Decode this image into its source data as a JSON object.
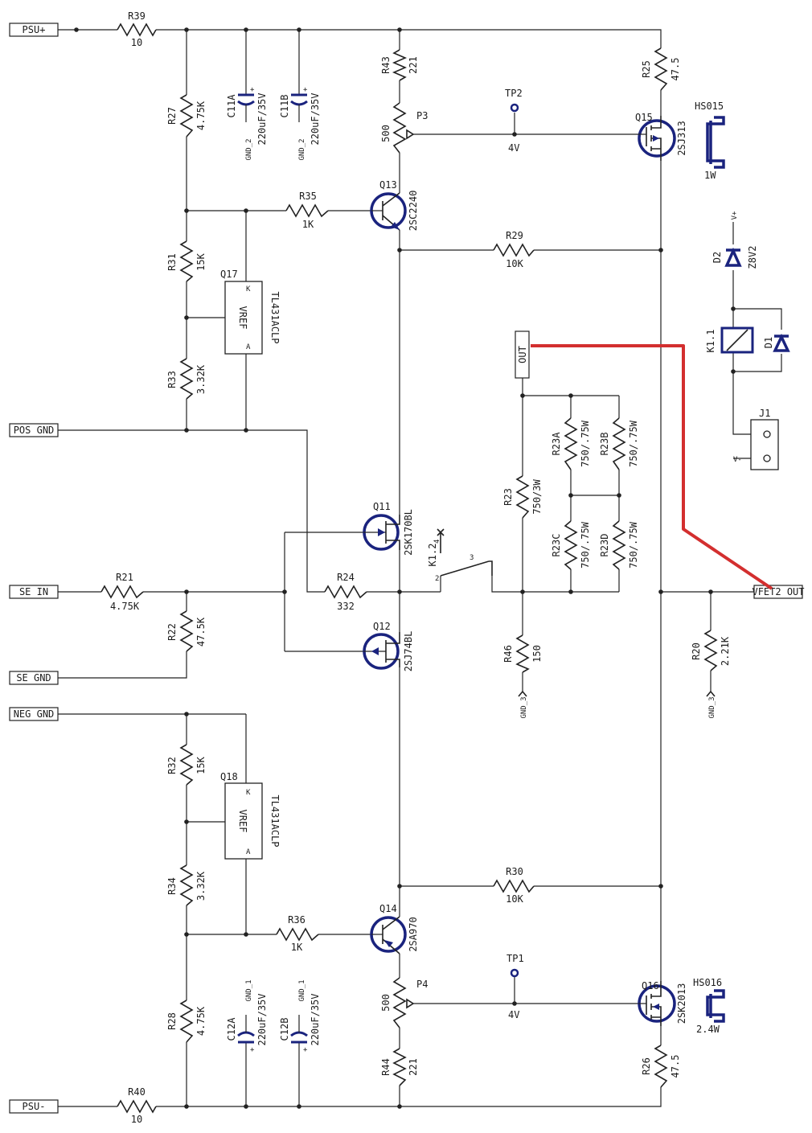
{
  "ports": {
    "psu_plus": "PSU+",
    "pos_gnd": "POS GND",
    "se_in": "SE IN",
    "se_gnd": "SE GND",
    "neg_gnd": "NEG GND",
    "psu_minus": "PSU-",
    "vfet2_out": "VFET2 OUT",
    "out": "OUT"
  },
  "resistors": {
    "R39": {
      "ref": "R39",
      "value": "10"
    },
    "R40": {
      "ref": "R40",
      "value": "10"
    },
    "R27": {
      "ref": "R27",
      "value": "4.75K"
    },
    "R31": {
      "ref": "R31",
      "value": "15K"
    },
    "R33": {
      "ref": "R33",
      "value": "3.32K"
    },
    "R32": {
      "ref": "R32",
      "value": "15K"
    },
    "R34": {
      "ref": "R34",
      "value": "3.32K"
    },
    "R28": {
      "ref": "R28",
      "value": "4.75K"
    },
    "R21": {
      "ref": "R21",
      "value": "4.75K"
    },
    "R22": {
      "ref": "R22",
      "value": "47.5K"
    },
    "R35": {
      "ref": "R35",
      "value": "1K"
    },
    "R36": {
      "ref": "R36",
      "value": "1K"
    },
    "R24": {
      "ref": "R24",
      "value": "332"
    },
    "R43": {
      "ref": "R43",
      "value": "221"
    },
    "R44": {
      "ref": "R44",
      "value": "221"
    },
    "R29": {
      "ref": "R29",
      "value": "10K"
    },
    "R30": {
      "ref": "R30",
      "value": "10K"
    },
    "R25": {
      "ref": "R25",
      "value": "47.5"
    },
    "R26": {
      "ref": "R26",
      "value": "47.5"
    },
    "R23": {
      "ref": "R23",
      "value": "750/3W"
    },
    "R23A": {
      "ref": "R23A",
      "value": "750/.75W"
    },
    "R23B": {
      "ref": "R23B",
      "value": "750/.75W"
    },
    "R23C": {
      "ref": "R23C",
      "value": "750/.75W"
    },
    "R23D": {
      "ref": "R23D",
      "value": "750/.75W"
    },
    "R46": {
      "ref": "R46",
      "value": "150"
    },
    "R20": {
      "ref": "R20",
      "value": "2.21K"
    }
  },
  "pots": {
    "P3": {
      "ref": "P3",
      "value": "500"
    },
    "P4": {
      "ref": "P4",
      "value": "500"
    }
  },
  "caps": {
    "C11A": {
      "ref": "C11A",
      "value": "220uF/35V",
      "gnd": "GND_2"
    },
    "C11B": {
      "ref": "C11B",
      "value": "220uF/35V",
      "gnd": "GND_2"
    },
    "C12A": {
      "ref": "C12A",
      "value": "220uF/35V",
      "gnd": "GND_1"
    },
    "C12B": {
      "ref": "C12B",
      "value": "220uF/35V",
      "gnd": "GND_1"
    }
  },
  "transistors": {
    "Q13": {
      "ref": "Q13",
      "part": "2SC2240"
    },
    "Q14": {
      "ref": "Q14",
      "part": "2SA970"
    },
    "Q11": {
      "ref": "Q11",
      "part": "2SK170BL"
    },
    "Q12": {
      "ref": "Q12",
      "part": "2SJ74BL"
    },
    "Q15": {
      "ref": "Q15",
      "part": "2SJ313"
    },
    "Q16": {
      "ref": "Q16",
      "part": "2SK2013"
    }
  },
  "refs": {
    "Q17": {
      "ref": "Q17",
      "part": "TL431ACLP",
      "body": "VREF",
      "pin_k": "K",
      "pin_a": "A"
    },
    "Q18": {
      "ref": "Q18",
      "part": "TL431ACLP",
      "body": "VREF",
      "pin_k": "K",
      "pin_a": "A"
    }
  },
  "heatsinks": {
    "HS015": {
      "ref": "HS015",
      "power": "1W"
    },
    "HS016": {
      "ref": "HS016",
      "power": "2.4W"
    }
  },
  "testpoints": {
    "TP2": {
      "ref": "TP2",
      "voltage": "4V"
    },
    "TP1": {
      "ref": "TP1",
      "voltage": "4V"
    }
  },
  "relay": {
    "coil_ref": "K1.1",
    "contact_ref": "K1.2",
    "pin2": "2",
    "pin3": "3",
    "pin4": "4",
    "d2_ref": "D2",
    "d2_value": "Z8V2",
    "d1_ref": "D1",
    "vplus": "V+",
    "vminus": "V-",
    "j1_ref": "J1"
  },
  "grounds": {
    "r46": "GND_3",
    "r20": "GND_3"
  },
  "colors": {
    "wire": "#222222",
    "device": "#1a237e",
    "highlight": "#d32f2f"
  }
}
